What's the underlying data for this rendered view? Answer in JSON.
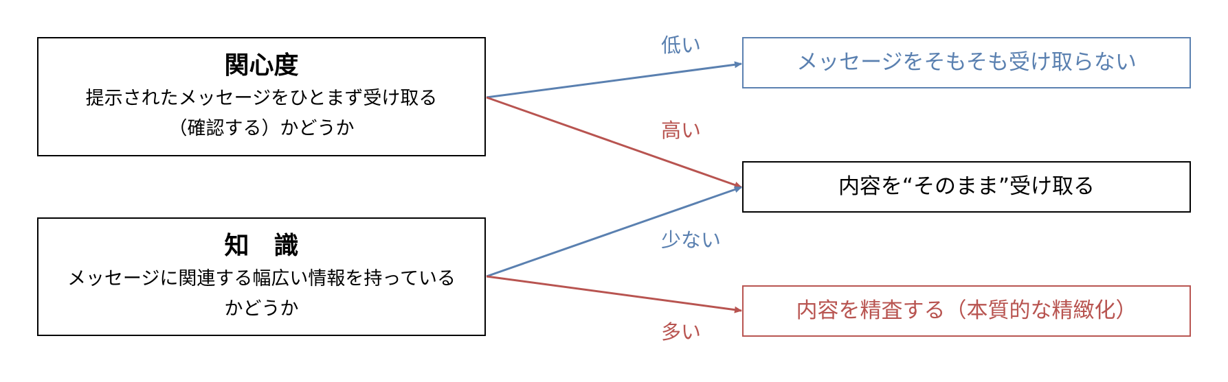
{
  "inputs": {
    "interest": {
      "title": "関心度",
      "desc_line1": "提示されたメッセージをひとまず受け取る",
      "desc_line2": "（確認する）かどうか"
    },
    "knowledge": {
      "title": "知　識",
      "desc_line1": "メッセージに関連する幅広い情報を持っている",
      "desc_line2": "かどうか"
    }
  },
  "outcomes": {
    "ignore": "メッセージをそもそも受け取らない",
    "accept": "内容を“そのまま”受け取る",
    "elaborate": "内容を精査する（本質的な精緻化）"
  },
  "edge_labels": {
    "low": "低い",
    "high": "高い",
    "few": "少ない",
    "many": "多い"
  },
  "colors": {
    "blue": "#5a80b0",
    "red": "#b85450",
    "black": "#000000"
  }
}
